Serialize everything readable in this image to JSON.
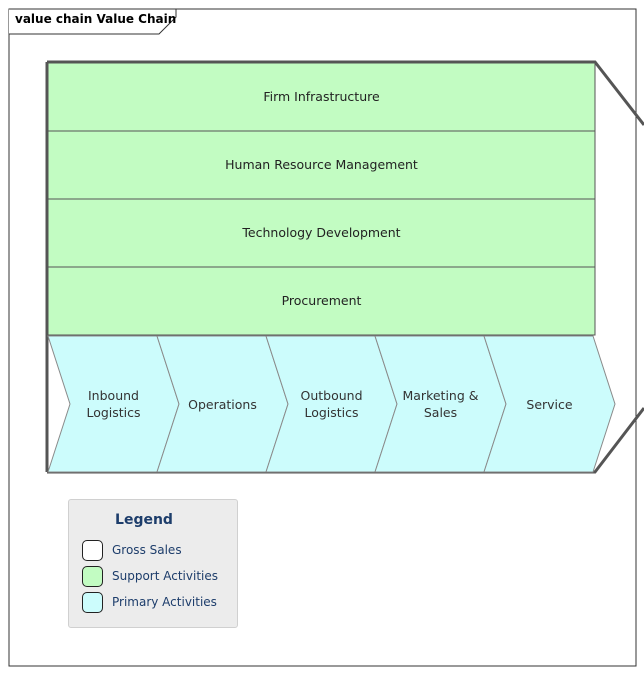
{
  "frame": {
    "title": "value chain Value Chain"
  },
  "support_activities": [
    "Firm Infrastructure",
    "Human Resource Management",
    "Technology Development",
    "Procurement"
  ],
  "primary_activities": [
    [
      "Inbound",
      "Logistics"
    ],
    [
      "Operations"
    ],
    [
      "Outbound",
      "Logistics"
    ],
    [
      "Marketing &",
      "Sales"
    ],
    [
      "Service"
    ]
  ],
  "legend": {
    "title": "Legend",
    "items": [
      {
        "label": "Gross Sales",
        "color": "#ffffff"
      },
      {
        "label": "Support Activities",
        "color": "#c2fcc2"
      },
      {
        "label": "Primary Activities",
        "color": "#ccfcfc"
      }
    ]
  },
  "colors": {
    "support_fill": "#c2fcc2",
    "primary_fill": "#ccfcfc",
    "outline": "#555555",
    "chevron_outline": "#8a8a8a",
    "legend_text": "#1d3d6b"
  }
}
